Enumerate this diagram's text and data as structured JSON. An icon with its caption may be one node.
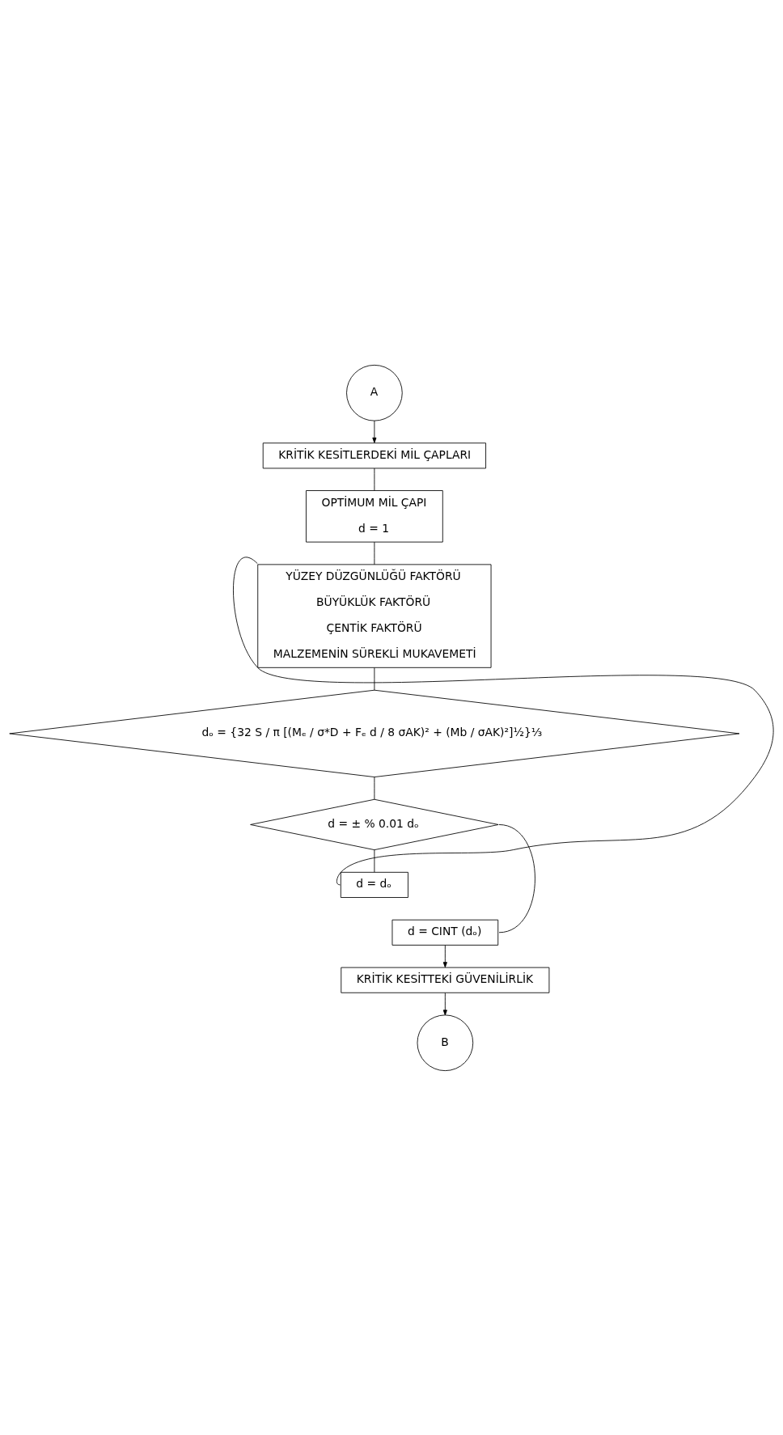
{
  "diagram": {
    "nodes": [
      {
        "text": [
          "A"
        ]
      },
      {
        "text": [
          "KRİTİK KESİTLERDEKİ MİL ÇAPLARI"
        ]
      },
      {
        "text": [
          "OPTİMUM MİL ÇAPI",
          "d = 1"
        ]
      },
      {
        "text": [
          "YÜZEY DÜZGÜNLÜĞÜ FAKTÖRÜ",
          "BÜYÜKLÜK FAKTÖRÜ",
          "ÇENTİK FAKTÖRÜ",
          "MALZEMENİN SÜREKLİ MUKAVEMETİ"
        ]
      },
      {
        "text": [
          "dₒ = {32 S / π [(Mₑ / σ*D + Fₑ d / 8 σAK)² + (Mb / σAK)²]½}⅓"
        ]
      },
      {
        "text": [
          "d = ± % 0.01 dₒ"
        ]
      },
      {
        "text": [
          "d = dₒ"
        ]
      },
      {
        "text": [
          "d = CINT (dₒ)"
        ]
      },
      {
        "text": [
          "KRİTİK KESİTTEKİ GÜVENİLİRLİK"
        ]
      },
      {
        "text": [
          "B"
        ]
      }
    ],
    "edges": [
      {
        "from": 0,
        "to": 1,
        "arrow": "to"
      },
      {
        "from": 1,
        "to": 2,
        "arrow": "none"
      },
      {
        "from": 2,
        "to": 3,
        "arrow": "none"
      },
      {
        "from": 3,
        "to": 4,
        "arrow": "none"
      },
      {
        "from": 4,
        "to": 5,
        "arrow": "none"
      },
      {
        "from": 5,
        "to": 6,
        "arrow": "none"
      },
      {
        "from": 6,
        "to": 3,
        "arrow": "none"
      },
      {
        "from": 5,
        "to": 7,
        "arrow": "none"
      },
      {
        "from": 7,
        "to": 8,
        "arrow": "to"
      },
      {
        "from": 8,
        "to": 9,
        "arrow": "to"
      }
    ]
  }
}
